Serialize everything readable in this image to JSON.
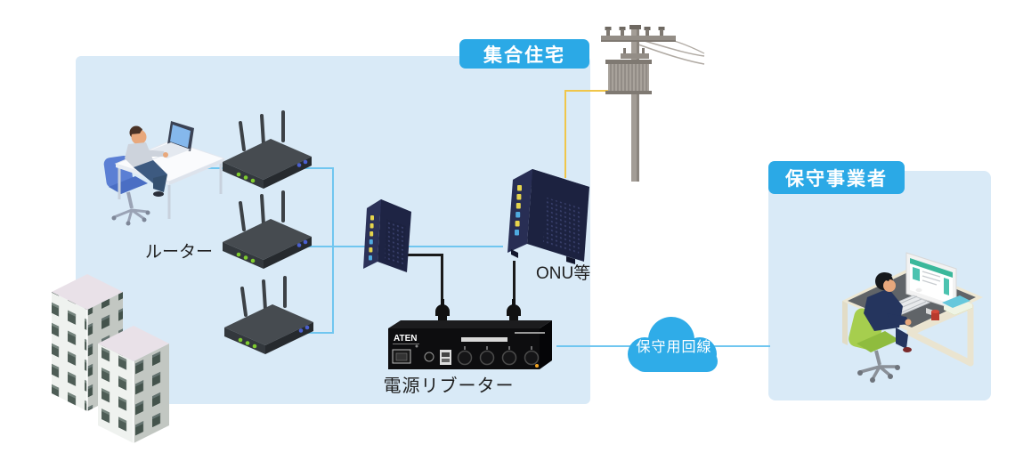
{
  "scene": {
    "areas": {
      "apartment": {
        "label": "集合住宅"
      },
      "provider": {
        "label": "保守事業者"
      }
    },
    "device_labels": {
      "router": "ルーター",
      "onu": "ONU等",
      "power_rebooter": "電源リブーター",
      "rebooter_brand": "ATEN"
    },
    "network": {
      "maintenance_line": "保守用回線"
    },
    "colors": {
      "area_fill": "#D9EAF7",
      "badge_blue": "#2BA9E6",
      "cloud_blue": "#2FACE8",
      "lan_line_blue": "#70C6F0",
      "cable_yellow": "#F0C64A",
      "cable_black": "#1A1A1A",
      "led_green": "#7ECB2F",
      "led_yellow": "#E5D44C",
      "led_cyan": "#4FABE0"
    }
  }
}
